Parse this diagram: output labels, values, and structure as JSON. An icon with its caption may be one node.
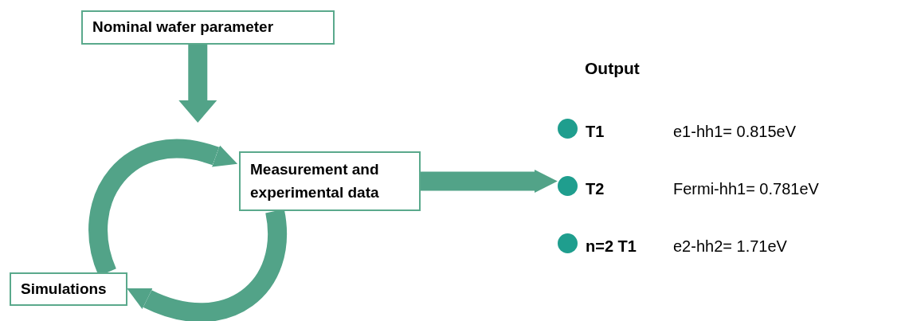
{
  "diagram": {
    "nodes": [
      {
        "text": [
          "Nominal wafer parameter"
        ]
      },
      {
        "text": [
          "Measurement and experimental data"
        ]
      },
      {
        "text": [
          "Simulations"
        ]
      },
      {
        "text": [
          "Output"
        ]
      }
    ],
    "edges": [
      {
        "from": 0,
        "to": null,
        "arrow": "to"
      },
      {
        "from": 2,
        "to": 1,
        "arrow": "to"
      },
      {
        "from": 1,
        "to": 2,
        "arrow": "to"
      },
      {
        "from": 1,
        "to": 3,
        "arrow": "to"
      }
    ],
    "labels": [
      "T1",
      "e1-hh1= 0.815eV",
      "T2",
      "Fermi-hh1= 0.781eV",
      "n=2 T1",
      "e2-hh2= 1.71eV"
    ]
  }
}
